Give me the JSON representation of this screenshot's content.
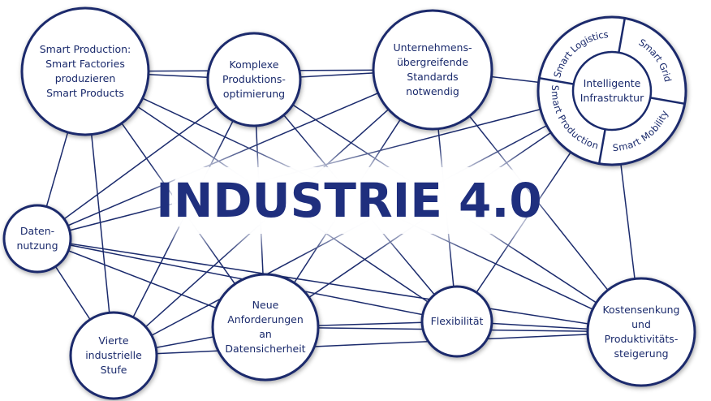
{
  "title": "INDUSTRIE 4.0",
  "colors": {
    "line": "#1a2a6c",
    "text": "#1a2a6c",
    "background": "#ffffff",
    "nodeFill": "#ffffff"
  },
  "nodes": [
    {
      "id": "smart-production",
      "lines": [
        "Smart Production:",
        "Smart Factories",
        "produzieren",
        "Smart Products"
      ]
    },
    {
      "id": "komplexe",
      "lines": [
        "Komplexe",
        "Produktions-",
        "optimierung"
      ]
    },
    {
      "id": "unternehmens",
      "lines": [
        "Unternehmens-",
        "übergreifende",
        "Standards",
        "notwendig"
      ]
    },
    {
      "id": "infrastruktur",
      "lines": [
        "Intelligente",
        "Infrastruktur"
      ]
    },
    {
      "id": "daten",
      "lines": [
        "Daten-",
        "nutzung"
      ]
    },
    {
      "id": "vierte",
      "lines": [
        "Vierte",
        "industrielle",
        "Stufe"
      ]
    },
    {
      "id": "neue",
      "lines": [
        "Neue",
        "Anforderungen",
        "an",
        "Datensicherheit"
      ]
    },
    {
      "id": "flex",
      "lines": [
        "Flexibilität"
      ]
    },
    {
      "id": "kosten",
      "lines": [
        "Kostensenkung",
        "und",
        "Produktivitäts-",
        "steigerung"
      ]
    }
  ],
  "ring_segments": [
    {
      "id": "smart-logistics",
      "label": "Smart Logistics"
    },
    {
      "id": "smart-grid",
      "label": "Smart Grid"
    },
    {
      "id": "smart-mobility",
      "label": "Smart Mobility"
    },
    {
      "id": "smart-production-ring",
      "label": "Smart Production"
    }
  ],
  "edges": [
    [
      "smart-production",
      "komplexe"
    ],
    [
      "smart-production",
      "daten"
    ],
    [
      "smart-production",
      "vierte"
    ],
    [
      "smart-production",
      "neue"
    ],
    [
      "smart-production",
      "flex"
    ],
    [
      "smart-production",
      "kosten"
    ],
    [
      "smart-production",
      "unternehmens"
    ],
    [
      "komplexe",
      "unternehmens"
    ],
    [
      "komplexe",
      "daten"
    ],
    [
      "komplexe",
      "vierte"
    ],
    [
      "komplexe",
      "neue"
    ],
    [
      "komplexe",
      "flex"
    ],
    [
      "komplexe",
      "kosten"
    ],
    [
      "unternehmens",
      "infrastruktur"
    ],
    [
      "unternehmens",
      "daten"
    ],
    [
      "unternehmens",
      "vierte"
    ],
    [
      "unternehmens",
      "neue"
    ],
    [
      "unternehmens",
      "flex"
    ],
    [
      "unternehmens",
      "kosten"
    ],
    [
      "infrastruktur",
      "daten"
    ],
    [
      "infrastruktur",
      "vierte"
    ],
    [
      "infrastruktur",
      "neue"
    ],
    [
      "infrastruktur",
      "flex"
    ],
    [
      "infrastruktur",
      "kosten"
    ],
    [
      "daten",
      "vierte"
    ],
    [
      "daten",
      "neue"
    ],
    [
      "daten",
      "flex"
    ],
    [
      "daten",
      "kosten"
    ],
    [
      "vierte",
      "neue"
    ],
    [
      "vierte",
      "kosten"
    ],
    [
      "neue",
      "flex"
    ],
    [
      "neue",
      "kosten"
    ],
    [
      "flex",
      "kosten"
    ]
  ]
}
